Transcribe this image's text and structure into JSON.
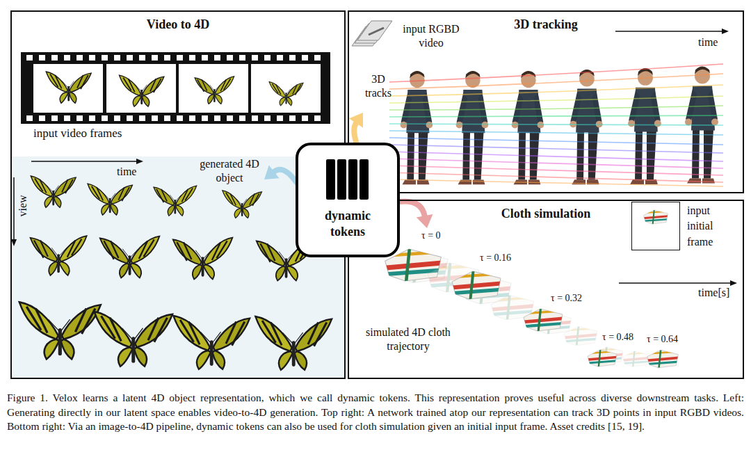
{
  "diagram": {
    "caption": "Figure 1. Velox learns a latent 4D object representation, which we call dynamic tokens. This representation proves useful across diverse downstream tasks. Left: Generating directly in our latent space enables video-to-4D generation. Top right: A network trained atop our representation can track 3D points in input RGBD videos. Bottom right: Via an image-to-4D pipeline, dynamic tokens can also be used for cloth simulation given an initial input frame. Asset credits [15, 19].",
    "nodes": [
      {
        "text": [
          "Video to 4D"
        ]
      },
      {
        "text": [
          "dynamic tokens"
        ]
      },
      {
        "text": [
          "3D tracking"
        ]
      },
      {
        "text": [
          "Cloth simulation"
        ]
      },
      {
        "text": [
          "input initial frame"
        ],
        "in": 3
      }
    ],
    "edges": [
      {
        "from": 1,
        "to": 0,
        "arrow": "to"
      },
      {
        "from": 1,
        "to": 2,
        "arrow": "to"
      },
      {
        "from": 1,
        "to": 3,
        "arrow": "to"
      }
    ],
    "labels": [
      "input video frames",
      "time",
      "view",
      "generated 4D object",
      "input RGBD video",
      "3D tracks",
      "time",
      "τ = 0",
      "τ = 0.16",
      "τ = 0.32",
      "τ = 0.48",
      "τ = 0.64",
      "time[s]",
      "simulated 4D cloth trajectory"
    ]
  }
}
